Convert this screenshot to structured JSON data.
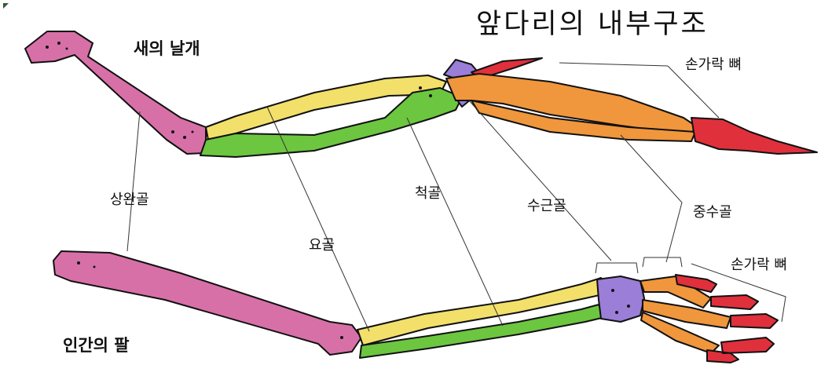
{
  "title": "앞다리의 내부구조",
  "bird_title": "새의 날개",
  "human_title": "인간의 팔",
  "labels": {
    "phalanges_top": "손가락 뼈",
    "humerus": "상완골",
    "ulna": "척골",
    "carpals": "수근골",
    "metacarpals": "중수골",
    "radius": "요골",
    "phalanges_bottom": "손가락 뼈"
  },
  "colors": {
    "humerus": "#d870a8",
    "radius": "#f2e06a",
    "ulna": "#6cc640",
    "carpals": "#9a7ed8",
    "metacarpals": "#f0963c",
    "phalanges": "#e0303c",
    "outline": "#111111"
  }
}
